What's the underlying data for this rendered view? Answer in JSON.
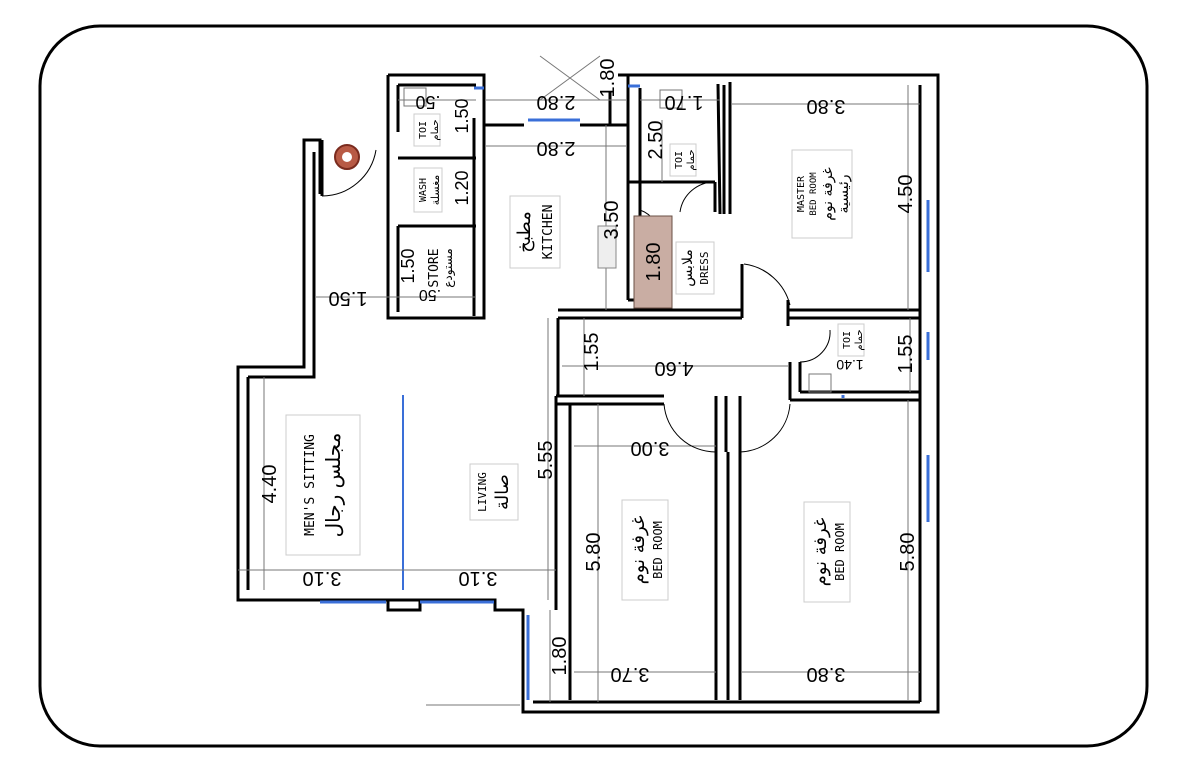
{
  "plan": {
    "rooms": [
      {
        "key": "mens_sitting",
        "en": "MEN'S SITTING",
        "ar": "مجلس رجال"
      },
      {
        "key": "living",
        "en": "LIVING",
        "ar": "صالة"
      },
      {
        "key": "kitchen",
        "en": "KITCHEN",
        "ar": "مطبخ"
      },
      {
        "key": "store",
        "en": "STORE",
        "ar": "مستودع"
      },
      {
        "key": "wash",
        "en": "WASH",
        "ar": "مغسلة"
      },
      {
        "key": "toilet_1",
        "en": "TOI",
        "ar": "حمام"
      },
      {
        "key": "toilet_2",
        "en": "TOI",
        "ar": "حمام"
      },
      {
        "key": "toilet_3",
        "en": "TOI",
        "ar": "حمام"
      },
      {
        "key": "dress",
        "en": "DRESS",
        "ar": "ملابس"
      },
      {
        "key": "master",
        "en1": "MASTER",
        "en2": "BED ROOM",
        "ar1": "غرفة نوم",
        "ar2": "رئيسية"
      },
      {
        "key": "bed_1",
        "en": "BED ROOM",
        "ar": "غرفة نوم"
      },
      {
        "key": "bed_2",
        "en": "BED ROOM",
        "ar": "غرفة نوم"
      }
    ],
    "dimensions": {
      "d_440": "4.40",
      "d_310_a": "3.10",
      "d_310_b": "3.10",
      "d_555": "5.55",
      "d_155_a": "1.55",
      "d_460": "4.60",
      "d_150_left": "1.50",
      "d_150_store": "1.50",
      "d_350": "3.50",
      "d_280_a": "2.80",
      "d_280_b": "2.80",
      "d_120": "1.20",
      "d_150_toi": "1.50",
      "d_50_a": ".50",
      "d_50_b": ".50",
      "d_180_top": "1.80",
      "d_170": "1.70",
      "d_250": "2.50",
      "d_180_dress": "1.80",
      "d_380_top": "3.80",
      "d_450": "4.50",
      "d_155_b": "1.55",
      "d_140": "1.40",
      "d_300": "3.00",
      "d_580_a": "5.80",
      "d_580_b": "5.80",
      "d_370": "3.70",
      "d_380_bottom": "3.80",
      "d_180_bottom": "1.80"
    }
  }
}
